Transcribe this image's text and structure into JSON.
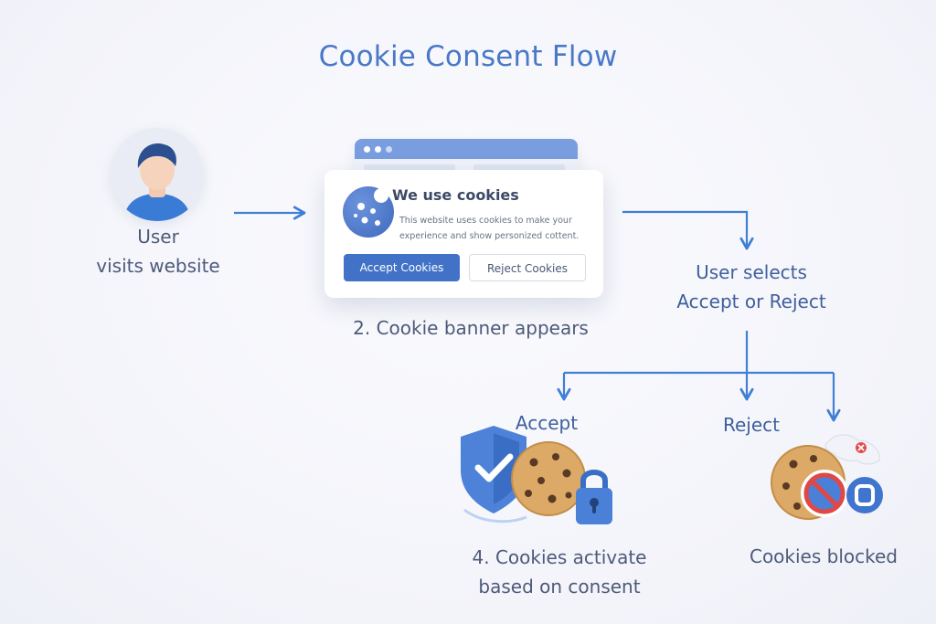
{
  "title": "Cookie Consent Flow",
  "step_user": {
    "line1": "User",
    "line2": "visits website"
  },
  "banner": {
    "heading": "We use cookies",
    "body": "This website uses cookies to make your experience and show personized cottent.",
    "accept_label": "Accept Cookies",
    "reject_label": "Reject Cookies",
    "caption": "2. Cookie banner appears"
  },
  "step_select": {
    "line1": "User selects",
    "line2": "Accept or Reject"
  },
  "branch_accept": {
    "label": "Accept",
    "caption_line1": "4. Cookies activate",
    "caption_line2": "based on consent"
  },
  "branch_reject": {
    "label": "Reject",
    "caption": "Cookies blocked"
  },
  "colors": {
    "accent": "#4a78c8",
    "arrow": "#3f7fd6",
    "cookie": "#d9a35c",
    "button": "#4272c7"
  },
  "icons": [
    "user-avatar-icon",
    "cookie-icon",
    "shield-check-icon",
    "padlock-icon",
    "blocked-icon"
  ]
}
